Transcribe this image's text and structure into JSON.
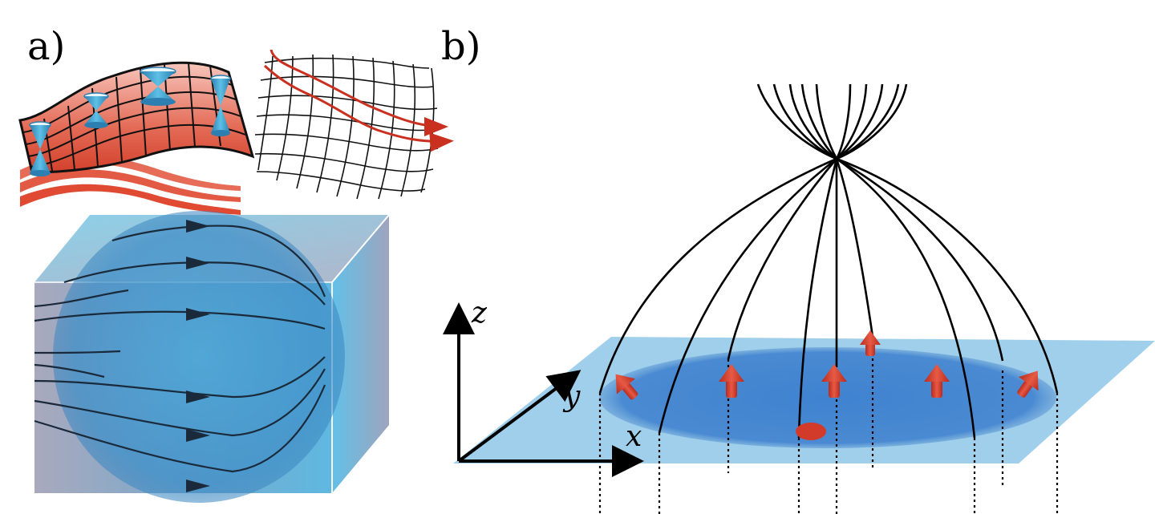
{
  "panels": {
    "a": {
      "label": "a)"
    },
    "b": {
      "label": "b)"
    }
  },
  "axes": {
    "x": "x",
    "y": "y",
    "z": "z"
  },
  "colors": {
    "field_line": "#111111",
    "spin_arrow": "#d23a2a",
    "cone": "#3a9fc8",
    "surface_red": "#e05a45",
    "cube_blue": "#55b8e0",
    "plane_blue": "#8ec7e6",
    "disk_blue": "#3d86cf"
  }
}
